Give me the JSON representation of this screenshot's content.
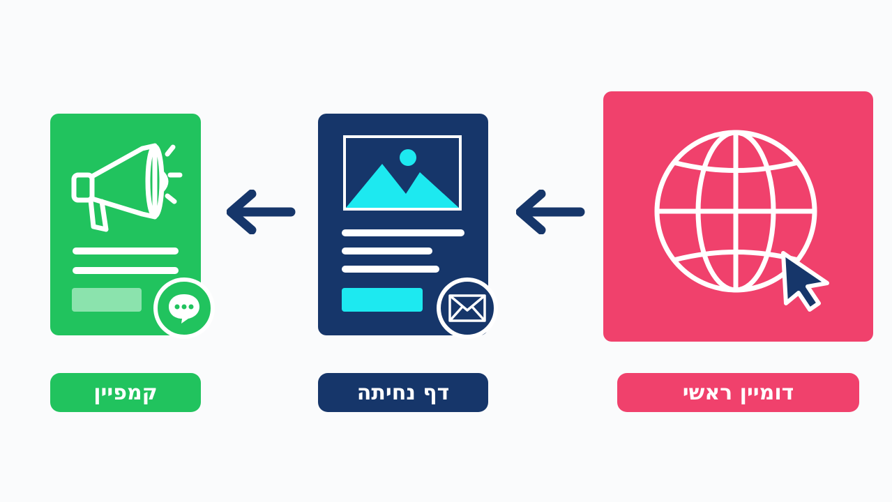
{
  "colors": {
    "campaign": "#21c35e",
    "landing": "#16366a",
    "domain": "#f0416c",
    "accent": "#1de9f0"
  },
  "steps": [
    {
      "label": "קמפיין",
      "icon": "megaphone-icon",
      "badge_icon": "chat-bubble-icon"
    },
    {
      "label": "דף נחיתה",
      "icon": "image-icon",
      "badge_icon": "envelope-icon"
    },
    {
      "label": "דומיין ראשי",
      "icon": "globe-icon",
      "badge_icon": "cursor-icon"
    }
  ],
  "connectors": [
    {
      "from": "דומיין ראשי",
      "to": "דף נחיתה",
      "icon": "arrow-left-icon"
    },
    {
      "from": "דף נחיתה",
      "to": "קמפיין",
      "icon": "arrow-left-icon"
    }
  ]
}
